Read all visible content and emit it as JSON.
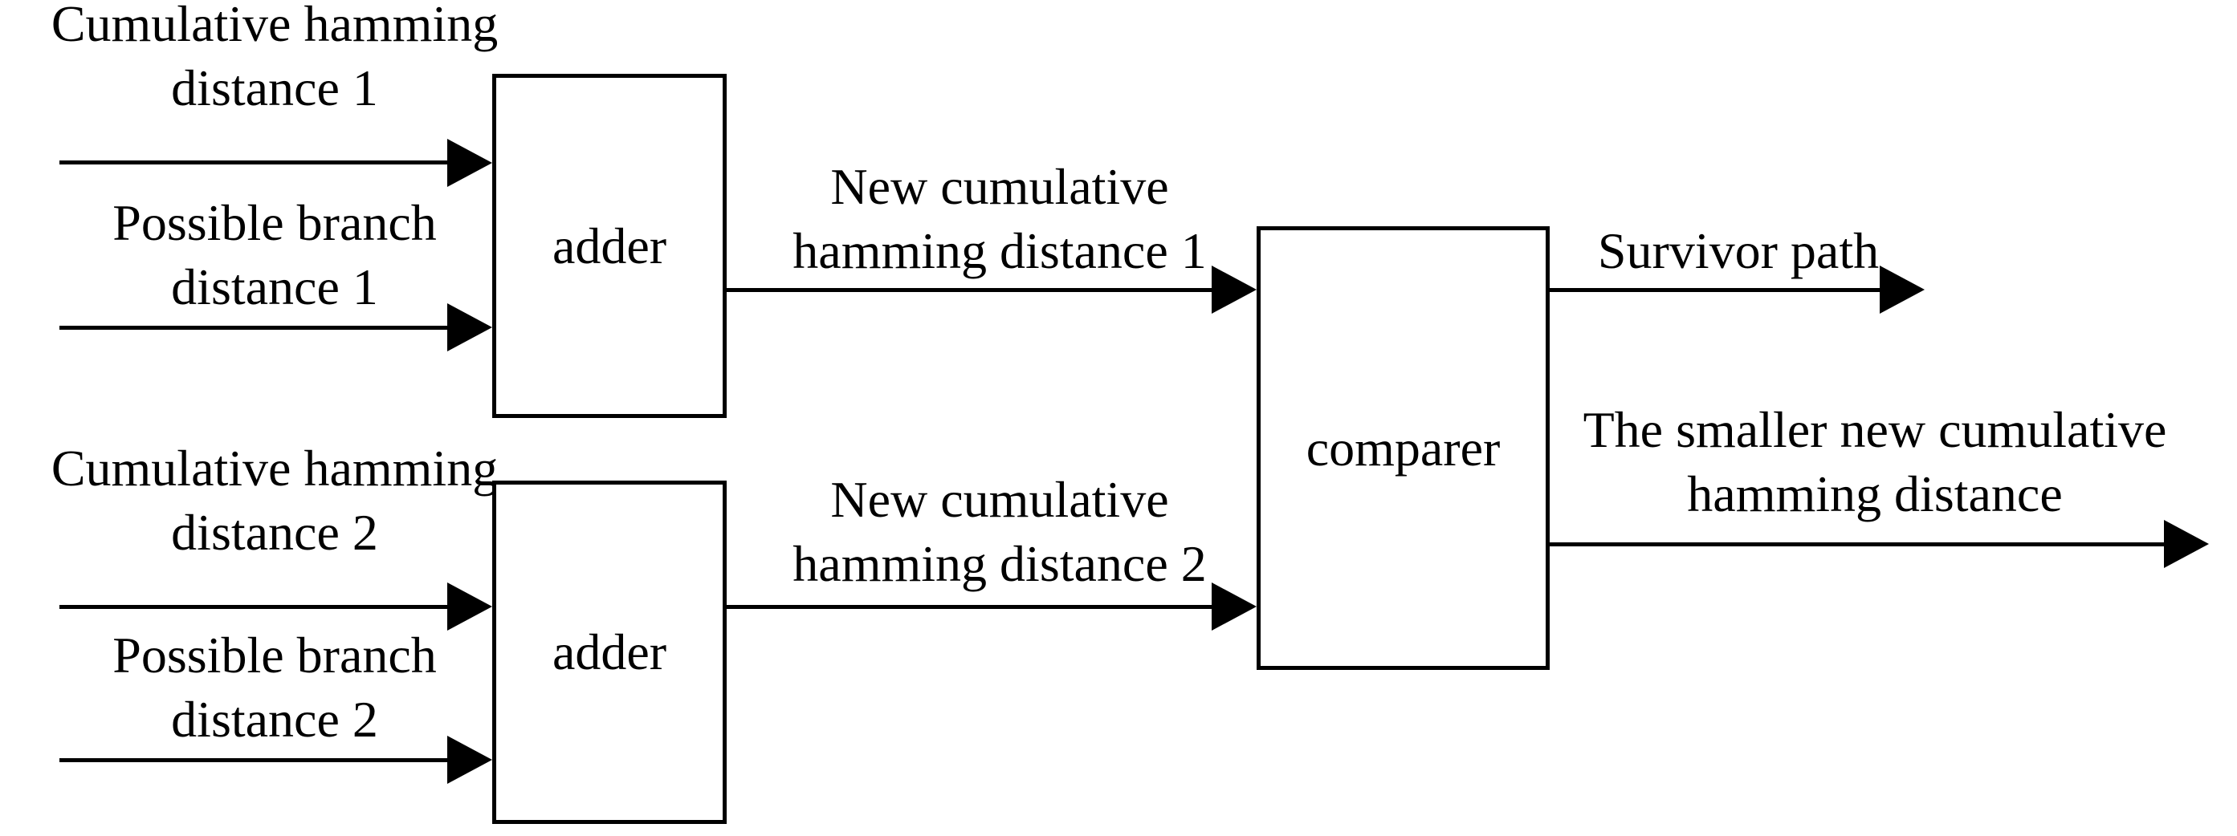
{
  "colors": {
    "ink": "#000000",
    "background": "#ffffff"
  },
  "diagram": {
    "blocks": {
      "adder1": {
        "label": "adder"
      },
      "adder2": {
        "label": "adder"
      },
      "comparer": {
        "label": "comparer"
      }
    },
    "labels": {
      "cumulative1": {
        "line1": "Cumulative hamming",
        "line2": "distance 1"
      },
      "possible1": {
        "line1": "Possible branch",
        "line2": "distance 1"
      },
      "cumulative2": {
        "line1": "Cumulative hamming",
        "line2": "distance 2"
      },
      "possible2": {
        "line1": "Possible branch",
        "line2": "distance 2"
      },
      "new1": {
        "line1": "New cumulative",
        "line2": "hamming distance 1"
      },
      "new2": {
        "line1": "New cumulative",
        "line2": "hamming distance 2"
      },
      "survivor": {
        "line1": "Survivor path"
      },
      "smaller": {
        "line1": "The smaller new cumulative",
        "line2": "hamming distance"
      }
    }
  }
}
